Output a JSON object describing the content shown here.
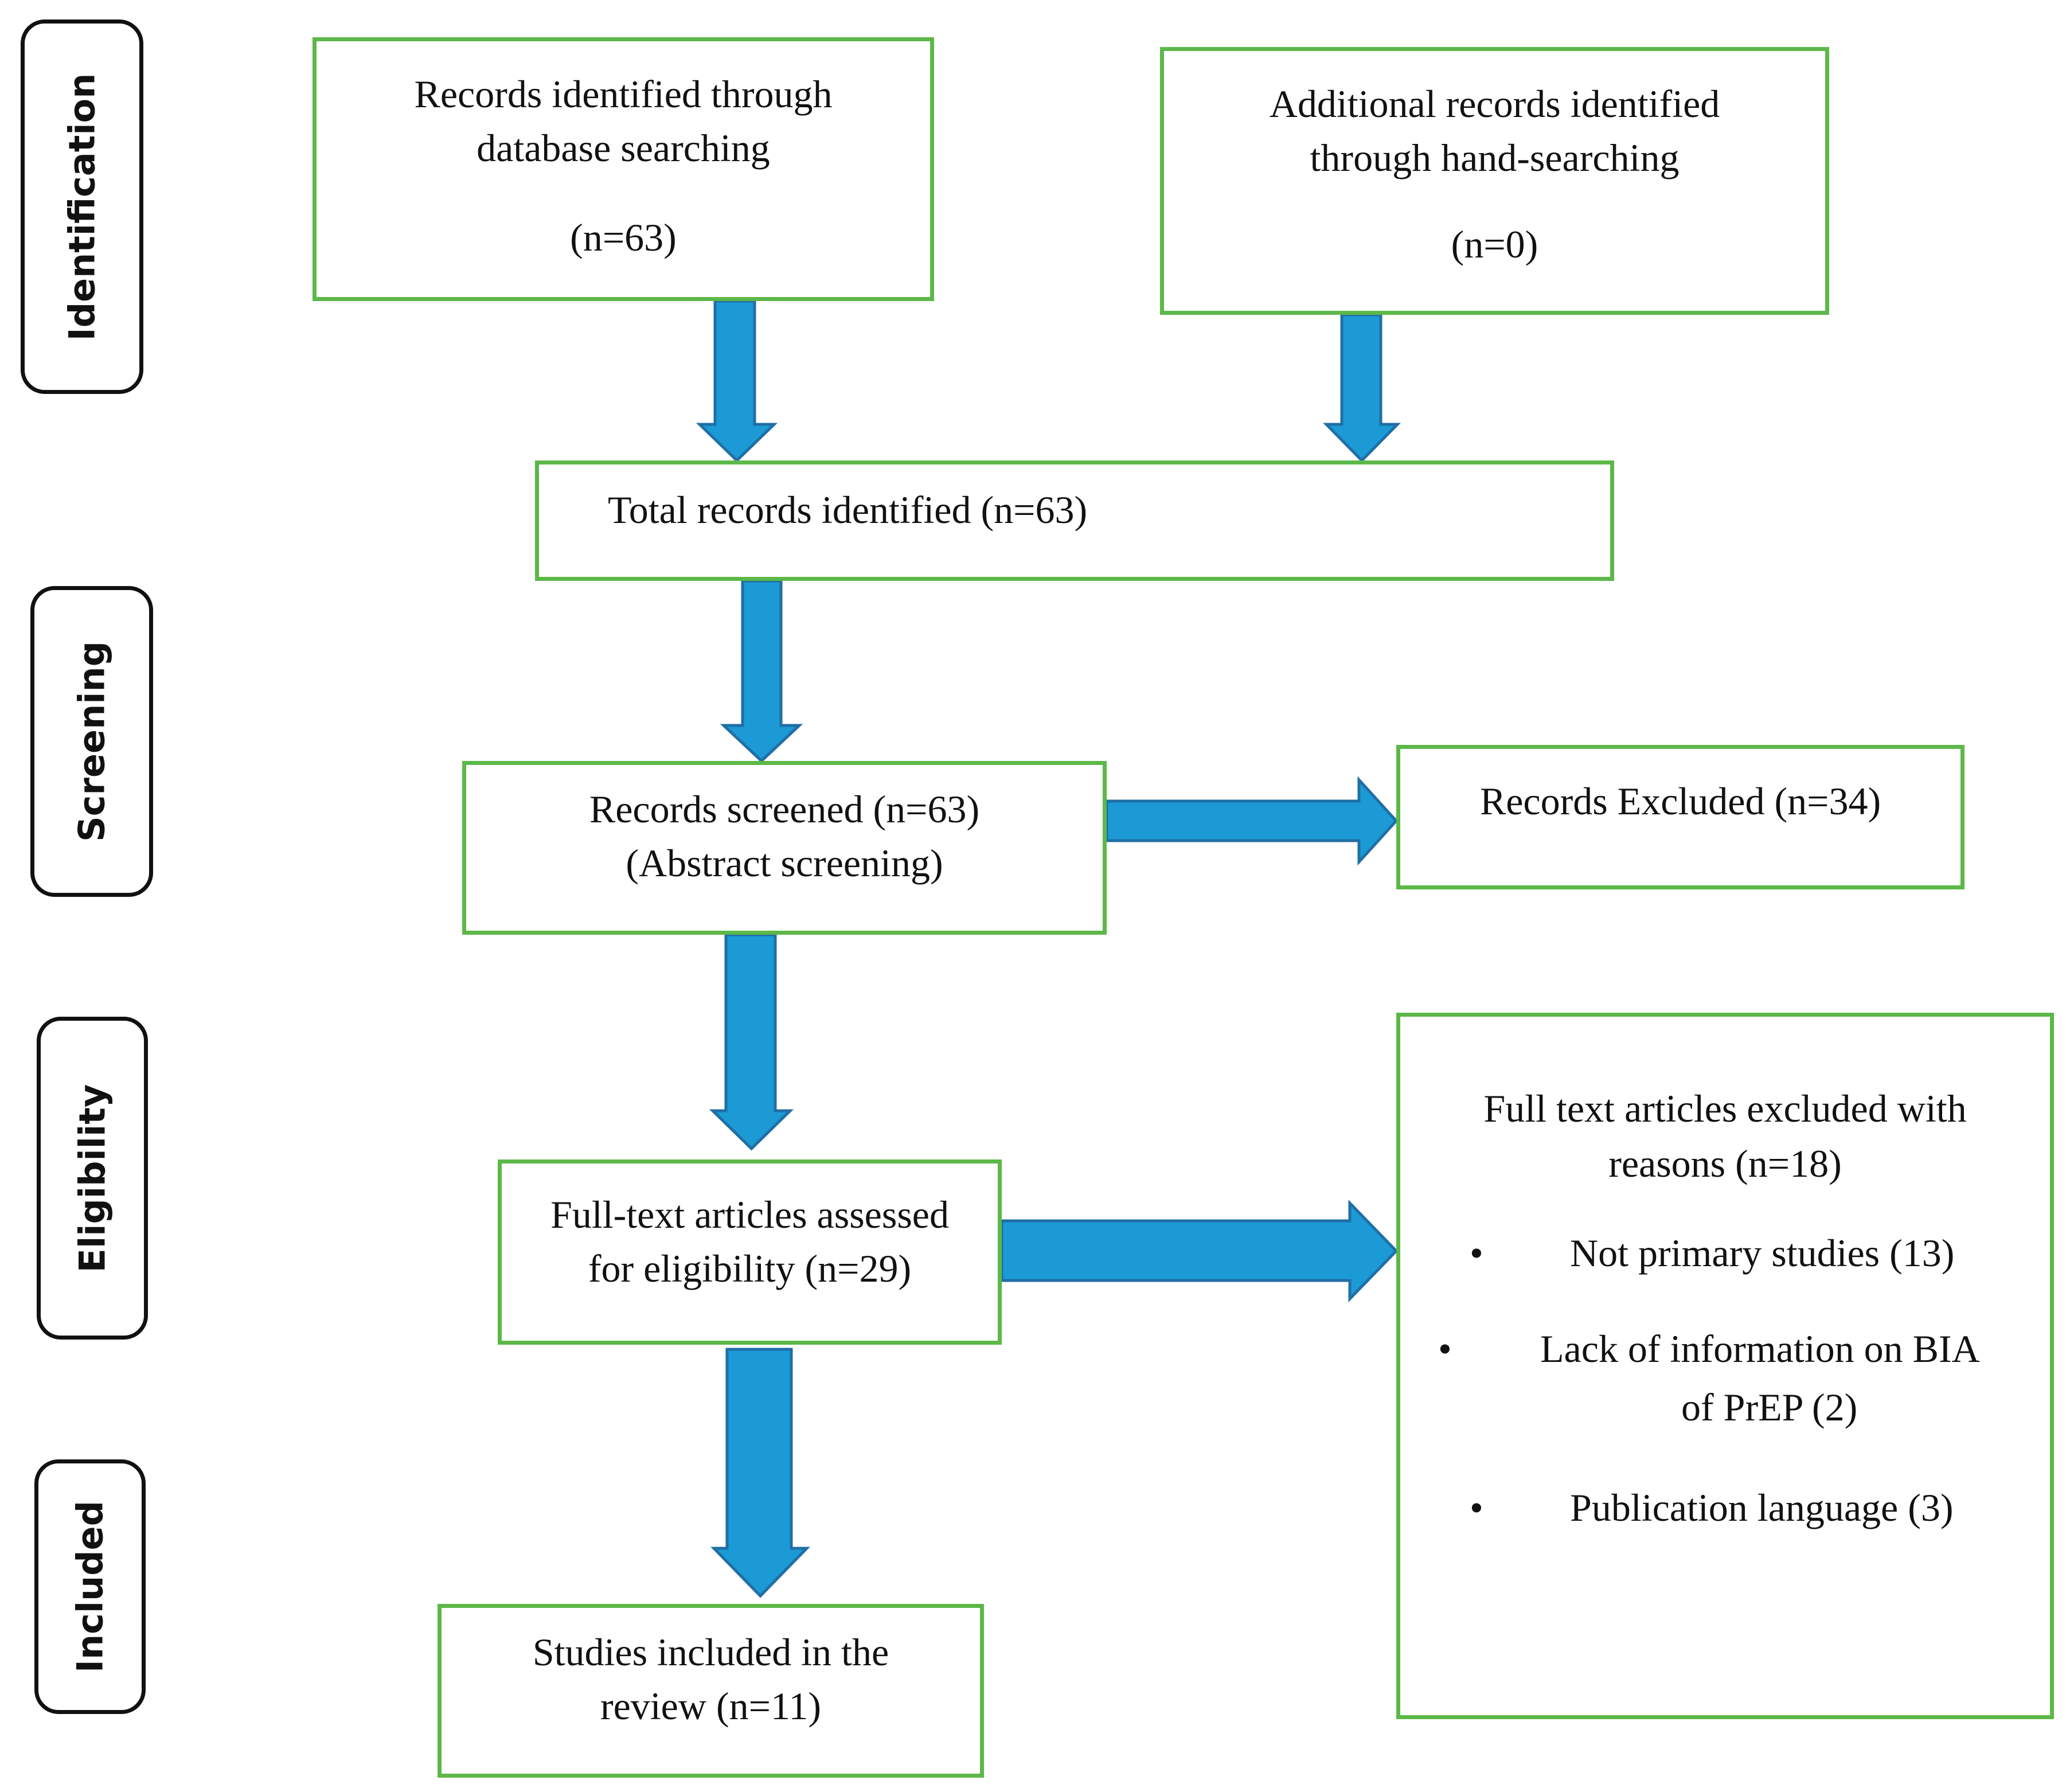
{
  "colors": {
    "box_border": "#5cb848",
    "arrow_fill": "#1b9ad6",
    "arrow_stroke": "#1f6fa5",
    "stage_border": "#111111"
  },
  "stages": {
    "identification": "Identification",
    "screening": "Screening",
    "eligibility": "Eligibility",
    "included": "Included"
  },
  "boxes": {
    "database": {
      "line1": "Records identified through",
      "line2": "database searching",
      "count": "(n=63)"
    },
    "hand_search": {
      "line1": "Additional records identified",
      "line2": "through hand-searching",
      "count": "(n=0)"
    },
    "total": {
      "line1": "Total records identified (n=63)"
    },
    "screened": {
      "line1": "Records screened (n=63)",
      "line2": "(Abstract screening)"
    },
    "excluded": {
      "line1": "Records Excluded (n=34)"
    },
    "fulltext": {
      "line1": "Full-text articles assessed",
      "line2": "for eligibility (n=29)"
    },
    "fulltext_excluded": {
      "line1": "Full text articles excluded with",
      "line2": "reasons (n=18)",
      "bullet": "•",
      "reason1": "Not primary studies (13)",
      "reason2_line1": "Lack of information on BIA",
      "reason2_line2": "of PrEP (2)",
      "reason3": "Publication language (3)"
    },
    "included": {
      "line1": "Studies included in the",
      "line2": "review (n=11)"
    }
  }
}
